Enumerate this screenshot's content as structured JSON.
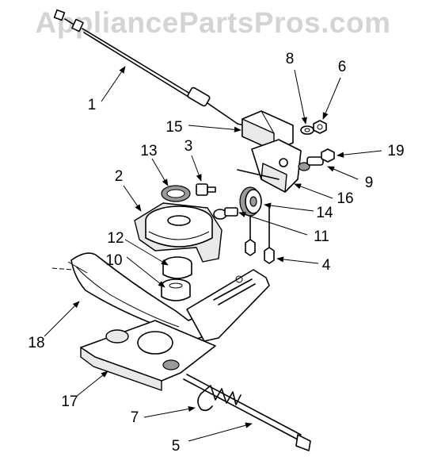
{
  "watermark": "AppliancePartsPros.com",
  "callouts": [
    {
      "id": "1",
      "label": "1"
    },
    {
      "id": "2",
      "label": "2"
    },
    {
      "id": "3",
      "label": "3"
    },
    {
      "id": "4",
      "label": "4"
    },
    {
      "id": "5",
      "label": "5"
    },
    {
      "id": "6",
      "label": "6"
    },
    {
      "id": "7",
      "label": "7"
    },
    {
      "id": "8",
      "label": "8"
    },
    {
      "id": "9",
      "label": "9"
    },
    {
      "id": "10",
      "label": "10"
    },
    {
      "id": "11",
      "label": "11"
    },
    {
      "id": "12",
      "label": "12"
    },
    {
      "id": "13",
      "label": "13"
    },
    {
      "id": "14",
      "label": "14"
    },
    {
      "id": "15",
      "label": "15"
    },
    {
      "id": "16",
      "label": "16"
    },
    {
      "id": "17",
      "label": "17"
    },
    {
      "id": "18",
      "label": "18"
    },
    {
      "id": "19",
      "label": "19"
    }
  ]
}
